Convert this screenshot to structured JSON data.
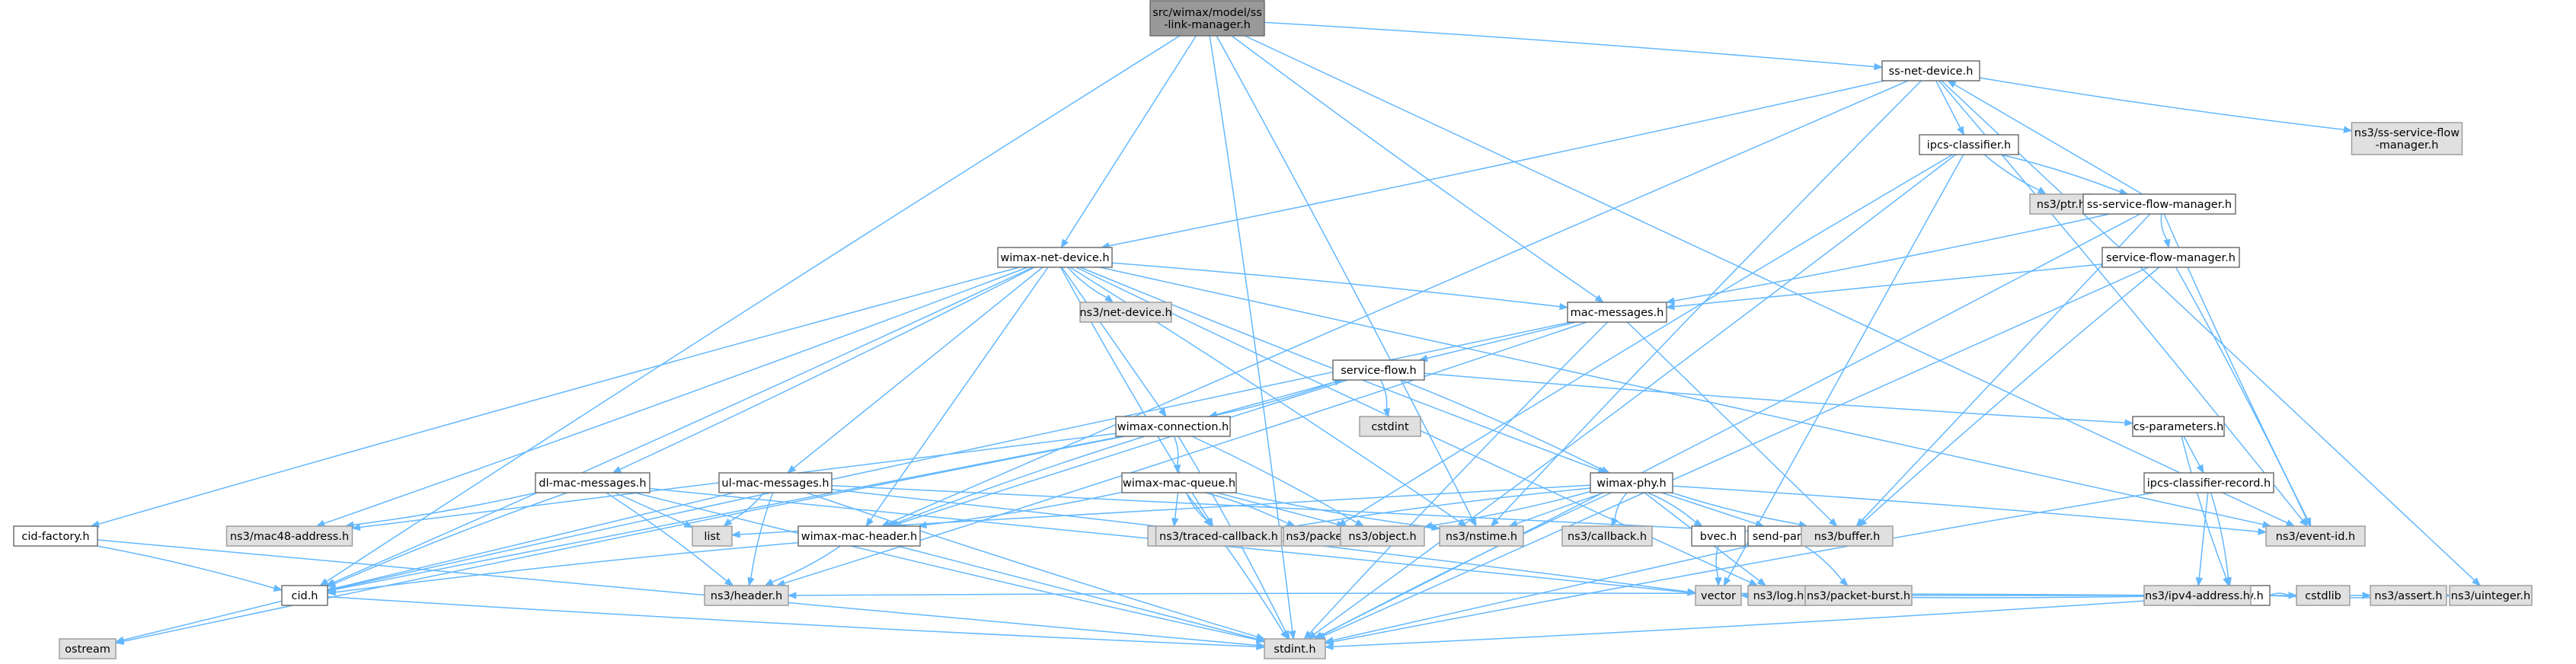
{
  "diagram": {
    "type": "include-dependency-graph",
    "colors": {
      "edge": "#63b8ff",
      "node_fill": "#ffffff",
      "node_border": "#666666",
      "external_fill": "#e0e0e0",
      "root_fill": "#999999"
    },
    "nodes": [
      {
        "id": "root",
        "lines": [
          "src/wimax/model/ss",
          "-link-manager.h"
        ],
        "kind": "root"
      },
      {
        "id": "ssnet",
        "lines": [
          "ss-net-device.h"
        ],
        "kind": "normal"
      },
      {
        "id": "ipcs",
        "lines": [
          "ipcs-classifier.h"
        ],
        "kind": "normal"
      },
      {
        "id": "sssfm",
        "lines": [
          "ns3/ss-service-flow",
          "-manager.h"
        ],
        "kind": "ext"
      },
      {
        "id": "ptr",
        "lines": [
          "ns3/ptr.h"
        ],
        "kind": "ext"
      },
      {
        "id": "ssfm",
        "lines": [
          "ss-service-flow-manager.h"
        ],
        "kind": "normal"
      },
      {
        "id": "wnd",
        "lines": [
          "wimax-net-device.h"
        ],
        "kind": "normal"
      },
      {
        "id": "sfm",
        "lines": [
          "service-flow-manager.h"
        ],
        "kind": "normal"
      },
      {
        "id": "nsnd",
        "lines": [
          "ns3/net-device.h"
        ],
        "kind": "ext"
      },
      {
        "id": "macm",
        "lines": [
          "mac-messages.h"
        ],
        "kind": "normal"
      },
      {
        "id": "sf",
        "lines": [
          "service-flow.h"
        ],
        "kind": "normal"
      },
      {
        "id": "cstdint",
        "lines": [
          "cstdint"
        ],
        "kind": "ext"
      },
      {
        "id": "wconn",
        "lines": [
          "wimax-connection.h"
        ],
        "kind": "normal"
      },
      {
        "id": "csparam",
        "lines": [
          "cs-parameters.h"
        ],
        "kind": "normal"
      },
      {
        "id": "wmq",
        "lines": [
          "wimax-mac-queue.h"
        ],
        "kind": "normal"
      },
      {
        "id": "wphy",
        "lines": [
          "wimax-phy.h"
        ],
        "kind": "normal"
      },
      {
        "id": "ipcsrec",
        "lines": [
          "ipcs-classifier-record.h"
        ],
        "kind": "normal"
      },
      {
        "id": "dlmac",
        "lines": [
          "dl-mac-messages.h"
        ],
        "kind": "normal"
      },
      {
        "id": "ulmac",
        "lines": [
          "ul-mac-messages.h"
        ],
        "kind": "normal"
      },
      {
        "id": "cidf",
        "lines": [
          "cid-factory.h"
        ],
        "kind": "normal"
      },
      {
        "id": "mac48",
        "lines": [
          "ns3/mac48-address.h"
        ],
        "kind": "ext"
      },
      {
        "id": "list",
        "lines": [
          "list"
        ],
        "kind": "ext"
      },
      {
        "id": "wmh",
        "lines": [
          "wimax-mac-header.h"
        ],
        "kind": "normal"
      },
      {
        "id": "queue",
        "lines": [
          "queue"
        ],
        "kind": "ext"
      },
      {
        "id": "tcb",
        "lines": [
          "ns3/traced-callback.h"
        ],
        "kind": "ext"
      },
      {
        "id": "packet",
        "lines": [
          "ns3/packet.h"
        ],
        "kind": "ext"
      },
      {
        "id": "object",
        "lines": [
          "ns3/object.h"
        ],
        "kind": "ext"
      },
      {
        "id": "nstime",
        "lines": [
          "ns3/nstime.h"
        ],
        "kind": "ext"
      },
      {
        "id": "callback",
        "lines": [
          "ns3/callback.h"
        ],
        "kind": "ext"
      },
      {
        "id": "bvec",
        "lines": [
          "bvec.h"
        ],
        "kind": "normal"
      },
      {
        "id": "sendp",
        "lines": [
          "send-params.h"
        ],
        "kind": "normal"
      },
      {
        "id": "buffer",
        "lines": [
          "ns3/buffer.h"
        ],
        "kind": "ext"
      },
      {
        "id": "eventid",
        "lines": [
          "ns3/event-id.h"
        ],
        "kind": "ext"
      },
      {
        "id": "tlv",
        "lines": [
          "wimax-tlv.h"
        ],
        "kind": "normal"
      },
      {
        "id": "cid",
        "lines": [
          "cid.h"
        ],
        "kind": "normal"
      },
      {
        "id": "header",
        "lines": [
          "ns3/header.h"
        ],
        "kind": "ext"
      },
      {
        "id": "vector",
        "lines": [
          "vector"
        ],
        "kind": "ext"
      },
      {
        "id": "log",
        "lines": [
          "ns3/log.h"
        ],
        "kind": "ext"
      },
      {
        "id": "pburst",
        "lines": [
          "ns3/packet-burst.h"
        ],
        "kind": "ext"
      },
      {
        "id": "ipv4",
        "lines": [
          "ns3/ipv4-address.h"
        ],
        "kind": "ext"
      },
      {
        "id": "cstdlib",
        "lines": [
          "cstdlib"
        ],
        "kind": "ext"
      },
      {
        "id": "assert",
        "lines": [
          "ns3/assert.h"
        ],
        "kind": "ext"
      },
      {
        "id": "uint",
        "lines": [
          "ns3/uinteger.h"
        ],
        "kind": "ext"
      },
      {
        "id": "ostream",
        "lines": [
          "ostream"
        ],
        "kind": "ext"
      },
      {
        "id": "stdint",
        "lines": [
          "stdint.h"
        ],
        "kind": "ext"
      }
    ],
    "edges": [
      [
        "root",
        "ssnet"
      ],
      [
        "root",
        "wnd"
      ],
      [
        "root",
        "macm"
      ],
      [
        "root",
        "nstime"
      ],
      [
        "root",
        "eventid"
      ],
      [
        "root",
        "cid"
      ],
      [
        "root",
        "stdint"
      ],
      [
        "ssnet",
        "ipcs"
      ],
      [
        "ssnet",
        "sssfm"
      ],
      [
        "ssnet",
        "wnd"
      ],
      [
        "ssnet",
        "wmh"
      ],
      [
        "ssnet",
        "nstime"
      ],
      [
        "ssnet",
        "eventid"
      ],
      [
        "ssnet",
        "uint"
      ],
      [
        "ipcs",
        "ptr"
      ],
      [
        "ipcs",
        "ssfm"
      ],
      [
        "ipcs",
        "vector"
      ],
      [
        "ipcs",
        "packet"
      ],
      [
        "ipcs",
        "stdint"
      ],
      [
        "ssfm",
        "ssnet"
      ],
      [
        "ssfm",
        "sfm"
      ],
      [
        "ssfm",
        "macm"
      ],
      [
        "ssfm",
        "buffer"
      ],
      [
        "ssfm",
        "eventid"
      ],
      [
        "ssfm",
        "stdint"
      ],
      [
        "sfm",
        "macm"
      ],
      [
        "sfm",
        "buffer"
      ],
      [
        "sfm",
        "eventid"
      ],
      [
        "sfm",
        "stdint"
      ],
      [
        "wnd",
        "nsnd"
      ],
      [
        "wnd",
        "macm"
      ],
      [
        "wnd",
        "wconn"
      ],
      [
        "wnd",
        "wphy"
      ],
      [
        "wnd",
        "dlmac"
      ],
      [
        "wnd",
        "ulmac"
      ],
      [
        "wnd",
        "cidf"
      ],
      [
        "wnd",
        "mac48"
      ],
      [
        "wnd",
        "wmh"
      ],
      [
        "wnd",
        "tcb"
      ],
      [
        "wnd",
        "nstime"
      ],
      [
        "wnd",
        "eventid"
      ],
      [
        "wnd",
        "log"
      ],
      [
        "wnd",
        "cid"
      ],
      [
        "macm",
        "sf"
      ],
      [
        "macm",
        "cid"
      ],
      [
        "macm",
        "header"
      ],
      [
        "macm",
        "buffer"
      ],
      [
        "macm",
        "stdint"
      ],
      [
        "sf",
        "cstdint"
      ],
      [
        "sf",
        "wconn"
      ],
      [
        "sf",
        "csparam"
      ],
      [
        "sf",
        "wphy"
      ],
      [
        "sf",
        "wmh"
      ],
      [
        "wconn",
        "sf"
      ],
      [
        "wconn",
        "wmq"
      ],
      [
        "wconn",
        "mac48"
      ],
      [
        "wconn",
        "wmh"
      ],
      [
        "wconn",
        "object"
      ],
      [
        "wconn",
        "cid"
      ],
      [
        "wconn",
        "ostream"
      ],
      [
        "wconn",
        "stdint"
      ],
      [
        "csparam",
        "ipcsrec"
      ],
      [
        "csparam",
        "tlv"
      ],
      [
        "ipcsrec",
        "tlv"
      ],
      [
        "ipcsrec",
        "ipv4"
      ],
      [
        "ipcsrec",
        "stdint"
      ],
      [
        "wmq",
        "wmh"
      ],
      [
        "wmq",
        "queue"
      ],
      [
        "wmq",
        "tcb"
      ],
      [
        "wmq",
        "packet"
      ],
      [
        "wmq",
        "object"
      ],
      [
        "wmq",
        "nstime"
      ],
      [
        "wmq",
        "stdint"
      ],
      [
        "wphy",
        "list"
      ],
      [
        "wphy",
        "tcb"
      ],
      [
        "wphy",
        "object"
      ],
      [
        "wphy",
        "nstime"
      ],
      [
        "wphy",
        "callback"
      ],
      [
        "wphy",
        "bvec"
      ],
      [
        "wphy",
        "sendp"
      ],
      [
        "wphy",
        "buffer"
      ],
      [
        "wphy",
        "eventid"
      ],
      [
        "wphy",
        "log"
      ],
      [
        "wphy",
        "stdint"
      ],
      [
        "dlmac",
        "mac48"
      ],
      [
        "dlmac",
        "list"
      ],
      [
        "dlmac",
        "cid"
      ],
      [
        "dlmac",
        "header"
      ],
      [
        "dlmac",
        "vector"
      ],
      [
        "dlmac",
        "stdint"
      ],
      [
        "ulmac",
        "list"
      ],
      [
        "ulmac",
        "cid"
      ],
      [
        "ulmac",
        "header"
      ],
      [
        "ulmac",
        "vector"
      ],
      [
        "ulmac",
        "buffer"
      ],
      [
        "ulmac",
        "stdint"
      ],
      [
        "cidf",
        "cid"
      ],
      [
        "cidf",
        "stdint"
      ],
      [
        "wmh",
        "cid"
      ],
      [
        "wmh",
        "header"
      ],
      [
        "wmh",
        "stdint"
      ],
      [
        "bvec",
        "vector"
      ],
      [
        "sendp",
        "pburst"
      ],
      [
        "sendp",
        "stdint"
      ],
      [
        "tlv",
        "header"
      ],
      [
        "tlv",
        "vector"
      ],
      [
        "tlv",
        "log"
      ],
      [
        "tlv",
        "ipv4"
      ],
      [
        "tlv",
        "cstdlib"
      ],
      [
        "tlv",
        "assert"
      ],
      [
        "tlv",
        "uint"
      ],
      [
        "tlv",
        "stdint"
      ],
      [
        "cid",
        "ostream"
      ],
      [
        "cid",
        "stdint"
      ]
    ]
  }
}
